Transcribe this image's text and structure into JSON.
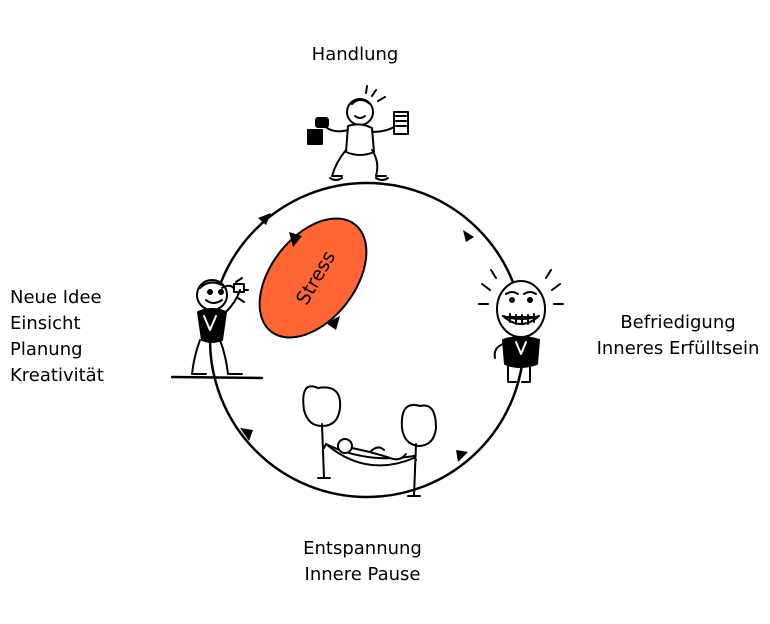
{
  "labels": {
    "top": [
      "Handlung"
    ],
    "left": [
      "Neue Idee",
      "Einsicht",
      "Planung",
      "Kreativität"
    ],
    "right": [
      "Befriedigung",
      "Inneres Erfülltsein"
    ],
    "bottom": [
      "Entspannung",
      "Innere Pause"
    ],
    "center": "Stress"
  },
  "colors": {
    "stress_fill": "#ff6633",
    "line": "#000000"
  },
  "icons": [
    "running-man-icon",
    "thinking-man-icon",
    "grinning-man-icon",
    "hammock-man-icon"
  ]
}
